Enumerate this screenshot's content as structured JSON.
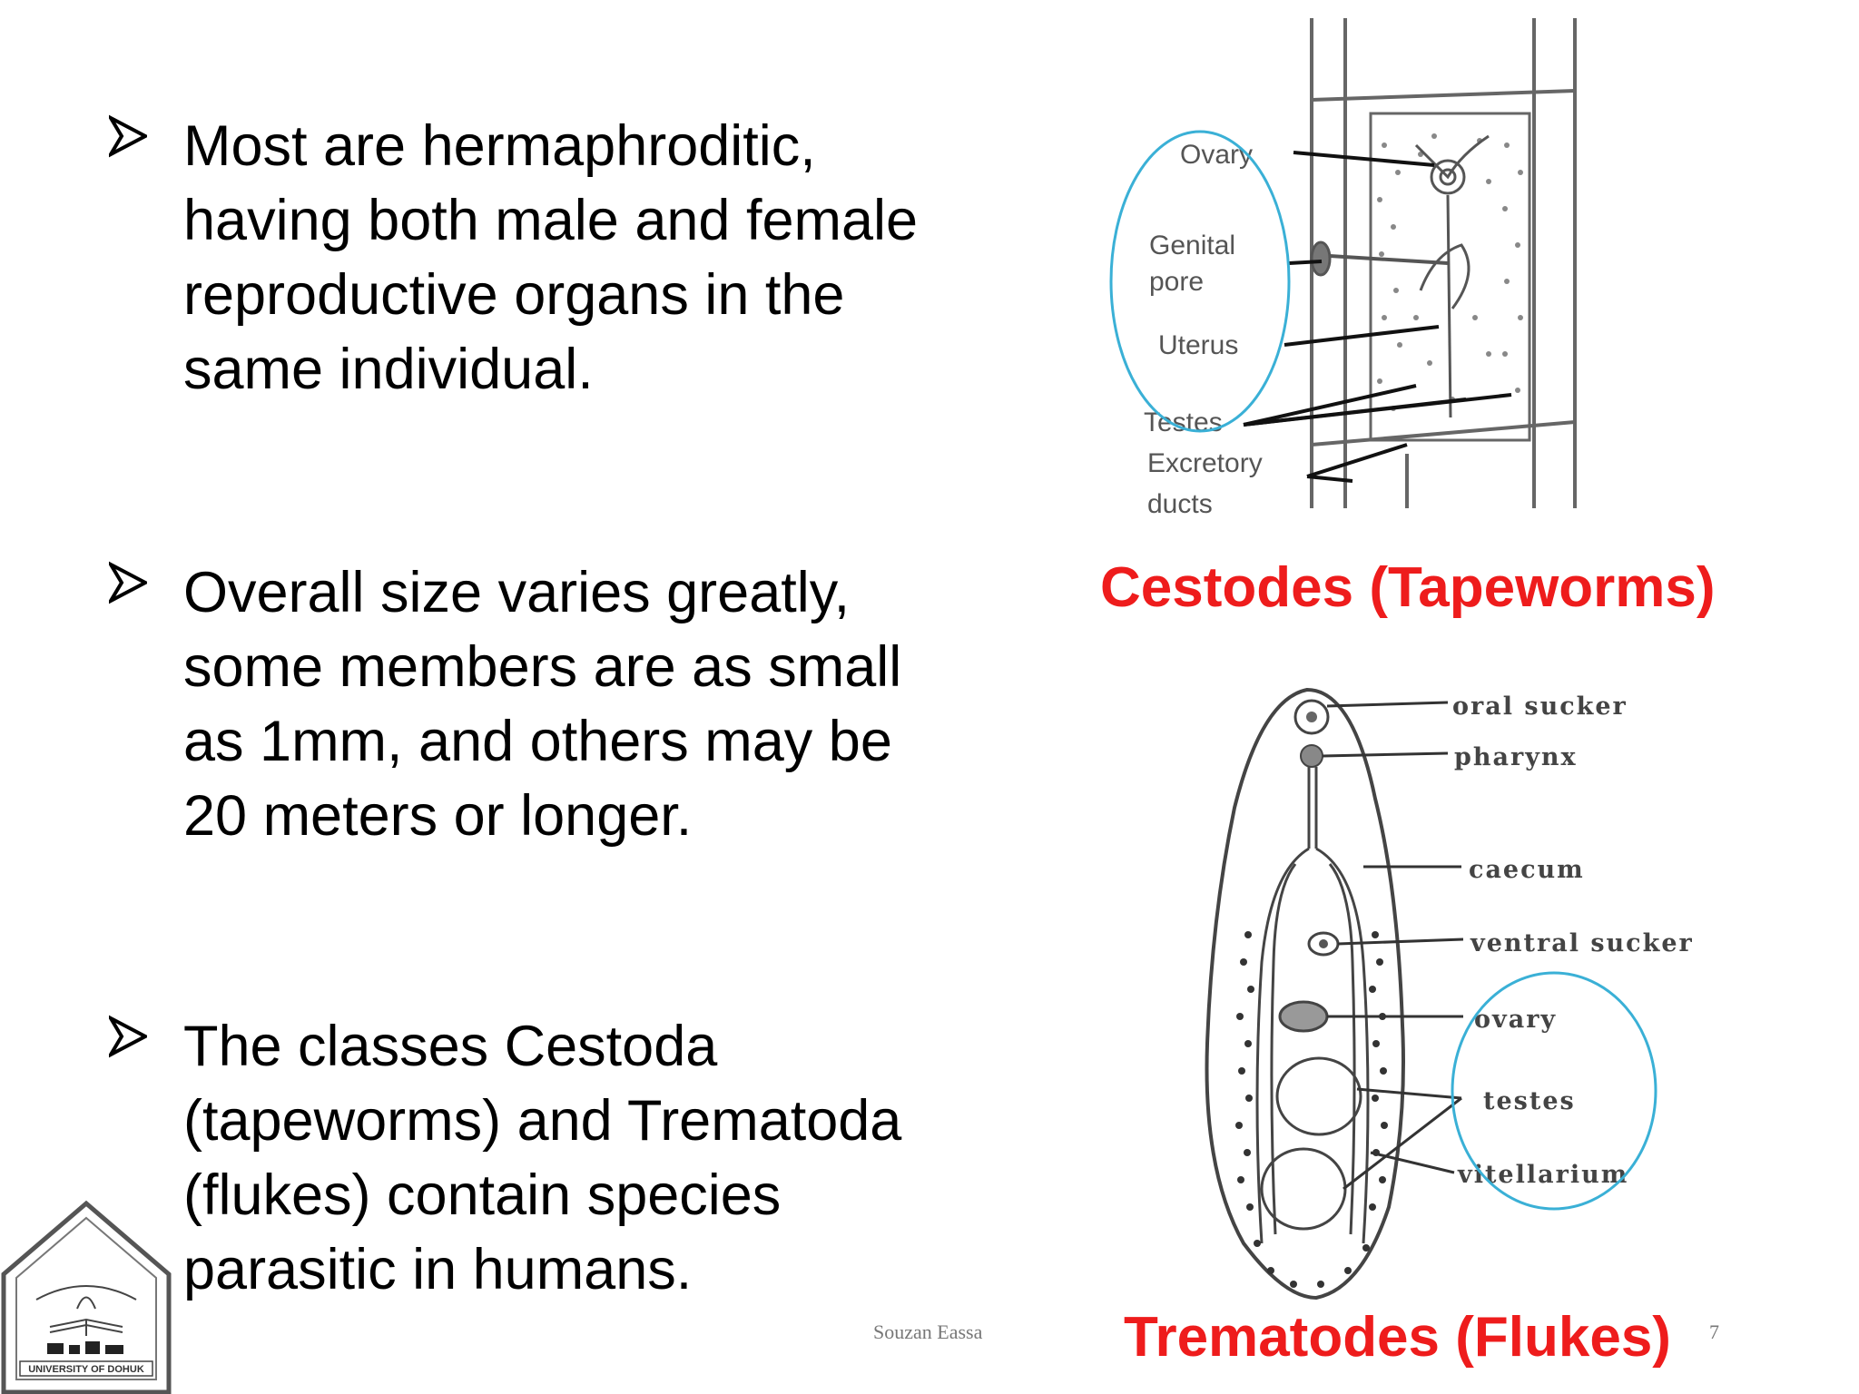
{
  "bullets": [
    {
      "text": "Most are hermaphroditic,\nhaving both male and female\nreproductive organs in the\nsame individual."
    },
    {
      "text": "Overall size varies greatly,\nsome members are as small\nas 1mm, and others may be\n20 meters or longer."
    },
    {
      "text": "The classes Cestoda\n(tapeworms) and Trematoda\n(flukes) contain species\nparasitic in humans."
    }
  ],
  "figures": {
    "cestode": {
      "title": "Cestodes (Tapeworms)",
      "labels": {
        "ovary": "Ovary",
        "genital_1": "Genital",
        "genital_2": "pore",
        "uterus": "Uterus",
        "testes": "Testes",
        "excretory_1": "Excretory",
        "excretory_2": "ducts"
      }
    },
    "trematode": {
      "title": "Trematodes (Flukes)",
      "labels": {
        "oral_sucker": "oral sucker",
        "pharynx": "pharynx",
        "caecum": "caecum",
        "ventral_sucker": "ventral sucker",
        "ovary": "ovary",
        "testes": "testes",
        "vitellarium": "vitellarium"
      }
    }
  },
  "footer": {
    "author": "Souzan Eassa",
    "page_number": "7"
  },
  "logo": {
    "caption": "UNIVERSITY OF DOHUK"
  },
  "colors": {
    "figure_title": "#ee1c1c",
    "highlight_circle": "#3ab0d6"
  }
}
